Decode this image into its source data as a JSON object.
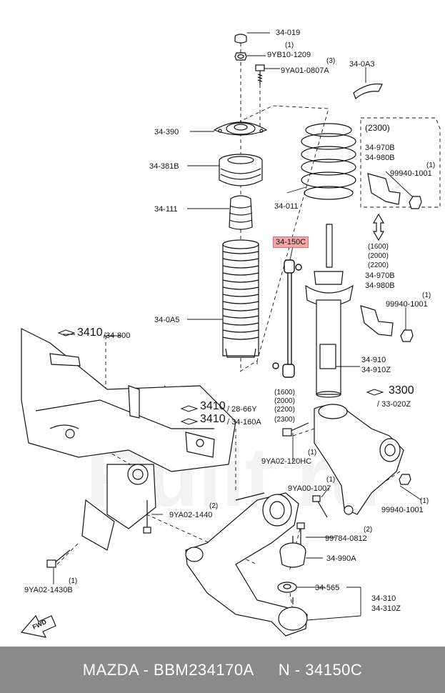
{
  "brand_watermark": "Rulit.ru",
  "callouts": {
    "c1": "34-019",
    "c2_qty": "(1)",
    "c2": "9YB10-1209",
    "c3_qty": "(3)",
    "c3": "9YA01-0807A",
    "c4": "34-0A3",
    "c5": "34-390",
    "c6": "(2300)",
    "c7": "34-970B",
    "c8": "34-980B",
    "c9_qty": "(1)",
    "c9": "99940-1001",
    "c10": "34-381B",
    "c11": "34-011",
    "c12": "34-111",
    "c13": "34-150C",
    "c14a": "(1600)",
    "c14b": "(2000)",
    "c14c": "(2200)",
    "c15": "34-970B",
    "c16": "34-980B",
    "c17_qty": "(1)",
    "c17": "99940-1001",
    "c18": "34-0A5",
    "c19_main": "3410",
    "c19_sub": "/34-800",
    "c20": "34-910",
    "c21": "34-910Z",
    "c22a": "(1600)",
    "c22b": "(2000)",
    "c22c": "(2200)",
    "c22d": "(2300)",
    "c23_main": "3410",
    "c23_sub": "/ 28-66Y",
    "c24_main": "3410",
    "c24_sub": "/ 34-160A",
    "c25_main": "3300",
    "c25_sub": "/ 33-020Z",
    "c26_qty": "(1)",
    "c26": "9YA02-120HC",
    "c27_qty": "(1)",
    "c27": "9YA00-1007",
    "c28_qty": "(1)",
    "c28": "99940-1001",
    "c29_qty": "(2)",
    "c29": "9YA02-1440",
    "c30_qty": "(2)",
    "c30": "99784-0812",
    "c31": "34-990A",
    "c32": "34-565",
    "c33": "34-310",
    "c34": "34-310Z",
    "c35_qty": "(1)",
    "c35": "9YA02-1430B",
    "fwd": "FWD"
  },
  "footer": {
    "make": "MAZDA - BBM234170A",
    "part": "N - 34150C"
  }
}
